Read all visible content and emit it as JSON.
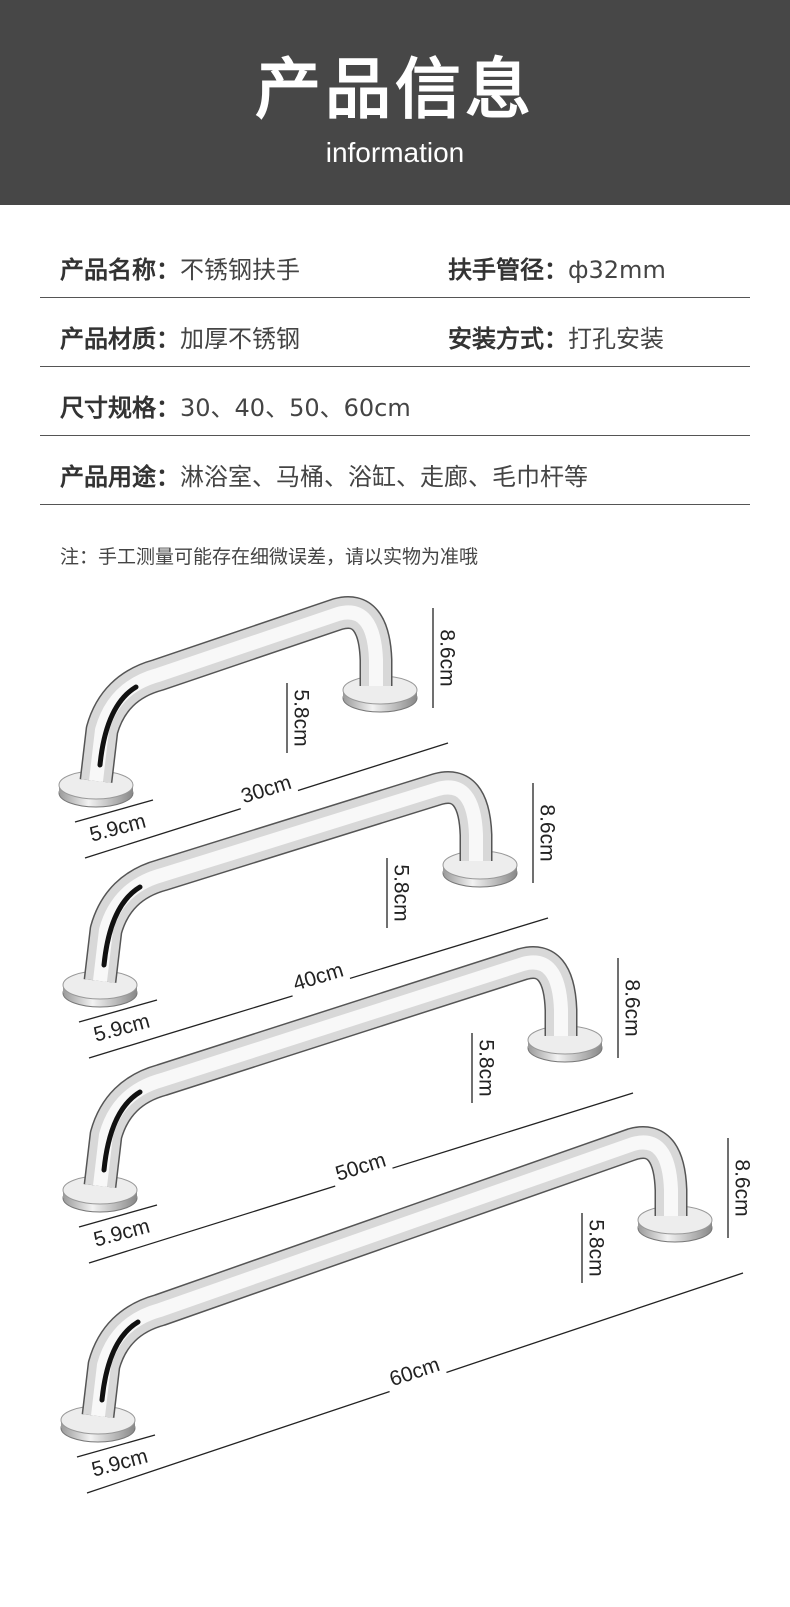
{
  "header": {
    "title": "产品信息",
    "subtitle": "information"
  },
  "specs": [
    {
      "label": "产品名称：",
      "value": "不锈钢扶手",
      "label2": "扶手管径：",
      "value2": "ф32mm"
    },
    {
      "label": "产品材质：",
      "value": "加厚不锈钢",
      "label2": "安装方式：",
      "value2": "打孔安装"
    },
    {
      "label": "尺寸规格：",
      "value": "30、40、50、60cm"
    },
    {
      "label": "产品用途：",
      "value": "淋浴室、马桶、浴缸、走廊、毛巾杆等"
    }
  ],
  "note": "注：手工测量可能存在细微误差，请以实物为准哦",
  "bars": [
    {
      "length": "30cm",
      "height": "8.6cm",
      "inner": "5.8cm",
      "base": "5.9cm"
    },
    {
      "length": "40cm",
      "height": "8.6cm",
      "inner": "5.8cm",
      "base": "5.9cm"
    },
    {
      "length": "50cm",
      "height": "8.6cm",
      "inner": "5.8cm",
      "base": "5.9cm"
    },
    {
      "length": "60cm",
      "height": "8.6cm",
      "inner": "5.8cm",
      "base": "5.9cm"
    }
  ]
}
